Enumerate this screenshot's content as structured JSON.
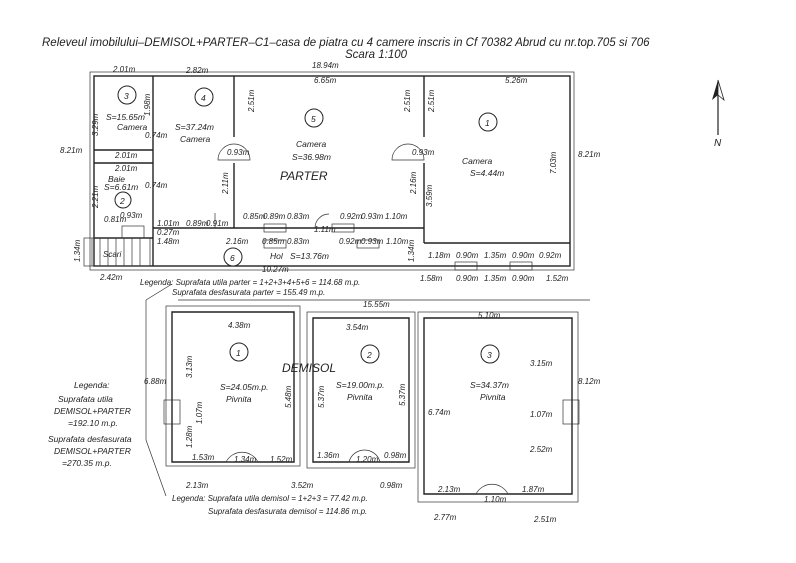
{
  "title": {
    "line1": "Releveul imobilului–DEMISOL+PARTER–C1–casa de piatra cu 4 camere inscris in Cf 70382 Abrud cu nr.top.705 si 706",
    "line2": "Scara 1:100"
  },
  "north": "N",
  "parter": {
    "label": "PARTER",
    "rooms": [
      {
        "num": "2",
        "name": "Baie",
        "area": "S=6.61m"
      },
      {
        "num": "3",
        "name": "Camera",
        "area": "S=15.65m"
      },
      {
        "num": "4",
        "name": "Camera",
        "area": "S=37.24m"
      },
      {
        "num": "5",
        "name": "Camera",
        "area": "S=36.98m"
      },
      {
        "num": "1",
        "name": "Camera",
        "area": "S=4.44m"
      },
      {
        "num": "6",
        "name": "Hol",
        "area": "S=13.76m"
      }
    ],
    "stairs_label": "Scari",
    "dims": {
      "top_total": "18.94m",
      "d_2_01a": "2.01m",
      "d_2_82": "2.82m",
      "d_6_65": "6.65m",
      "d_5_26": "5.26m",
      "left_8_21": "8.21m",
      "right_8_21": "8.21m",
      "d_1_98": "1.98m",
      "d_3_29": "3.29m",
      "d_0_74a": "0.74m",
      "d_2_01b": "2.01m",
      "d_2_01c": "2.01m",
      "d_0_74b": "0.74m",
      "d_2_21": "2.21m",
      "d_0_81": "0.81m",
      "d_0_93a": "0.93m",
      "d_1_01": "1.01m",
      "d_0_27": "0.27m",
      "d_1_48": "1.48m",
      "d_2_51a": "2.51m",
      "d_2_51b": "2.51m",
      "d_2_51c": "2.51m",
      "d_0_93b": "0.93m",
      "d_0_93c": "0.93m",
      "d_2_11": "2.11m",
      "d_2_16a": "2.16m",
      "d_3_59": "3.59m",
      "d_7_03": "7.03m",
      "d_0_89a": "0.89m",
      "d_0_91": "0.91m",
      "d_0_85": "0.85m",
      "d_0_89b": "0.89m",
      "d_0_83a": "0.83m",
      "d_0_92a": "0.92m",
      "d_0_93d": "0.93m",
      "d_1_10a": "1.10m",
      "d_2_16b": "2.16m",
      "d_0_85b": "0.85m",
      "d_0_83b": "0.83m",
      "d_1_11": "1.11m",
      "d_0_92b": "0.92m",
      "d_0_93e": "0.93m",
      "d_1_10b": "1.10m",
      "d_1_18": "1.18m",
      "d_0_90a": "0.90m",
      "d_1_35a": "1.35m",
      "d_0_90b": "0.90m",
      "d_0_92c": "0.92m",
      "d_1_58": "1.58m",
      "d_0_90c": "0.90m",
      "d_1_35b": "1.35m",
      "d_0_90d": "0.90m",
      "d_1_52": "1.52m",
      "d_10_27": "10.27m",
      "d_1_34a": "1.34m",
      "d_1_34b": "1.34m",
      "d_2_42": "2.42m"
    },
    "legend": "Legenda: Suprafata utila parter = 1+2+3+4+5+6 = 114.68 m.p.",
    "legend2": "Suprafata desfasurata parter = 155.49 m.p."
  },
  "demisol": {
    "label": "DEMISOL",
    "rooms": [
      {
        "num": "1",
        "name": "Pivnita",
        "area": "S=24.05m.p."
      },
      {
        "num": "2",
        "name": "Pivnita",
        "area": "S=19.00m.p."
      },
      {
        "num": "3",
        "name": "Pivnita",
        "area": "S=34.37m"
      }
    ],
    "dims": {
      "top_total": "15.55m",
      "d_4_38": "4.38m",
      "d_3_54": "3.54m",
      "d_5_10": "5.10m",
      "left_6_88": "6.88m",
      "right_8_12": "8.12m",
      "d_3_13": "3.13m",
      "d_1_07a": "1.07m",
      "d_1_28": "1.28m",
      "d_5_48": "5.48m",
      "d_5_37a": "5.37m",
      "d_5_37b": "5.37m",
      "d_3_15": "3.15m",
      "d_6_74": "6.74m",
      "d_1_07b": "1.07m",
      "d_2_52": "2.52m",
      "d_1_53": "1.53m",
      "d_1_34": "1.34m",
      "d_1_52": "1.52m",
      "d_1_36": "1.36m",
      "d_1_20": "1.20m",
      "d_0_98a": "0.98m",
      "d_2_13a": "2.13m",
      "d_3_52": "3.52m",
      "d_0_98b": "0.98m",
      "d_2_13b": "2.13m",
      "d_1_10": "1.10m",
      "d_1_87": "1.87m",
      "d_2_77": "2.77m",
      "d_2_51": "2.51m"
    },
    "legend": "Legenda: Suprafata utila demisol = 1+2+3 = 77.42 m.p.",
    "legend2": "Suprafata desfasurata demisol = 114.86 m.p."
  },
  "side_legend": {
    "title": "Legenda:",
    "l1": "Suprafata utila",
    "l2": "DEMISOL+PARTER",
    "l3": "=192.10 m.p.",
    "l4": "Suprafata desfasurata",
    "l5": "DEMISOL+PARTER",
    "l6": "=270.35 m.p."
  }
}
